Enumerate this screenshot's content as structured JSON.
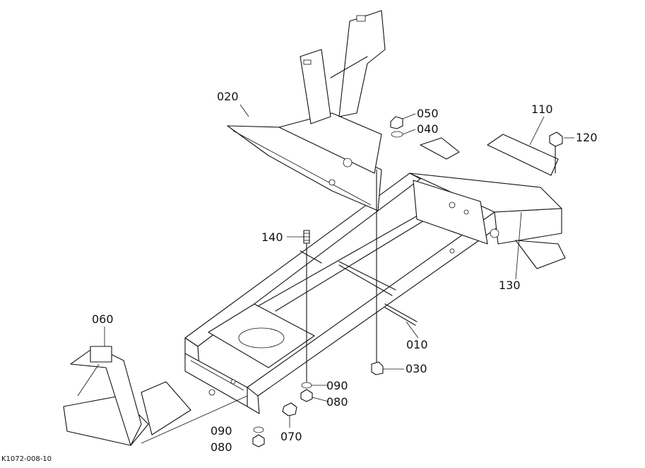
{
  "figure_code": "K1072-008-10",
  "callouts": [
    {
      "id": "010",
      "label": "010"
    },
    {
      "id": "020",
      "label": "020"
    },
    {
      "id": "030",
      "label": "030"
    },
    {
      "id": "040",
      "label": "040"
    },
    {
      "id": "050",
      "label": "050"
    },
    {
      "id": "060",
      "label": "060"
    },
    {
      "id": "070",
      "label": "070"
    },
    {
      "id": "080a",
      "label": "080"
    },
    {
      "id": "080b",
      "label": "080"
    },
    {
      "id": "090a",
      "label": "090"
    },
    {
      "id": "090b",
      "label": "090"
    },
    {
      "id": "110",
      "label": "110"
    },
    {
      "id": "120",
      "label": "120"
    },
    {
      "id": "130",
      "label": "130"
    },
    {
      "id": "140",
      "label": "140"
    }
  ]
}
